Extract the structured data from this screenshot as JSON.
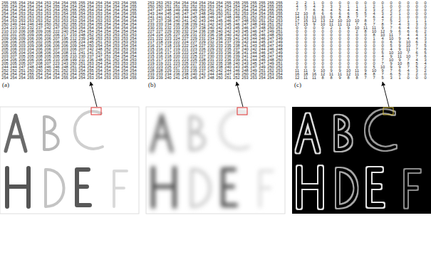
{
  "diagram": {
    "labels": [
      "(a)",
      "255",
      "255",
      "254",
      "254",
      "254",
      "253",
      "254",
      "254",
      "255",
      "255",
      "254",
      "254",
      "254",
      "253",
      "254",
      "255",
      "255",
      "254",
      "254",
      "254",
      "254",
      "254",
      "255",
      "254",
      "254",
      "254",
      "254",
      "253",
      "254",
      "254",
      "254",
      "255",
      "254",
      "254",
      "254",
      "254",
      "254",
      "253",
      "254",
      "255",
      "255",
      "255",
      "254",
      "254",
      "254",
      "254",
      "254",
      "255",
      "254",
      "254",
      "253",
      "252",
      "253",
      "253",
      "253",
      "254",
      "255",
      "254",
      "253",
      "253",
      "254",
      "254",
      "254",
      "255",
      "254",
      "254",
      "253",
      "253",
      "253",
      "254",
      "253",
      "253",
      "254",
      "253",
      "253",
      "253",
      "253",
      "254",
      "254",
      "254",
      "254",
      "253",
      "253",
      "253",
      "253",
      "252",
      "253",
      "253",
      "253",
      "254",
      "254",
      "253",
      "253",
      "254",
      "254",
      "254",
      "250",
      "249",
      "244",
      "246",
      "249",
      "250",
      "252",
      "252",
      "255",
      "253",
      "254",
      "255",
      "254",
      "254",
      "254",
      "254",
      "224",
      "223",
      "230",
      "232",
      "237",
      "242",
      "247",
      "250",
      "253",
      "254",
      "254",
      "254",
      "254",
      "254",
      "254",
      "254",
      "210",
      "210",
      "206",
      "208",
      "209",
      "206",
      "222",
      "240",
      "254",
      "254",
      "254",
      "254",
      "254",
      "254",
      "254",
      "254",
      "203",
      "201",
      "205",
      "209",
      "206",
      "202",
      "206",
      "217",
      "233",
      "248",
      "252",
      "253",
      "253",
      "253",
      "253",
      "253",
      "209",
      "206",
      "209",
      "206",
      "206",
      "206",
      "207",
      "195",
      "212",
      "239",
      "249",
      "253",
      "253",
      "253",
      "253",
      "254",
      "206",
      "206",
      "205",
      "205",
      "202",
      "205",
      "206",
      "206",
      "205",
      "224",
      "245",
      "251",
      "253",
      "253",
      "253",
      "253",
      "205",
      "205",
      "203",
      "209",
      "208",
      "206",
      "206",
      "206",
      "209",
      "244",
      "250",
      "254",
      "254",
      "253",
      "254",
      "254",
      "205",
      "206",
      "203",
      "204",
      "206",
      "206",
      "207",
      "203",
      "206",
      "207",
      "242",
      "248",
      "252",
      "253",
      "253",
      "253",
      "205",
      "205",
      "204",
      "204",
      "208",
      "206",
      "204",
      "208",
      "211",
      "241",
      "241",
      "251",
      "254",
      "254",
      "254",
      "254",
      "203",
      "207",
      "205",
      "205",
      "208",
      "205",
      "205",
      "205",
      "210",
      "230",
      "237",
      "247",
      "251",
      "254",
      "254",
      "254",
      "204",
      "205",
      "206",
      "206",
      "206",
      "206",
      "210",
      "208",
      "199",
      "211",
      "236",
      "248",
      "251",
      "252",
      "254",
      "253",
      "205",
      "205",
      "205",
      "207",
      "208",
      "207",
      "223",
      "243",
      "250",
      "251",
      "253",
      "254",
      "254",
      "253",
      "253",
      "253",
      "244",
      "244",
      "247",
      "248",
      "248",
      "246",
      "246",
      "248",
      "251",
      "254",
      "254",
      "254",
      "254",
      "254",
      "254",
      "254",
      "252",
      "252",
      "251",
      "250",
      "250",
      "250",
      "251",
      "252",
      "253",
      "254",
      "255",
      "254",
      "254",
      "254",
      "254",
      "254",
      "254",
      "254",
      "254",
      "255",
      "254",
      "254",
      "254",
      "253",
      "254",
      "255",
      "254",
      "254",
      "253",
      "253",
      "253",
      "253",
      "254",
      "254",
      "254",
      "255",
      "254",
      "254",
      "254",
      "255",
      "254",
      "254",
      "253",
      "254",
      "253",
      "253",
      "254",
      "255",
      "(b)",
      "253",
      "253",
      "253",
      "254",
      "254",
      "254",
      "254",
      "254",
      "254",
      "255",
      "255",
      "255",
      "255",
      "255",
      "255",
      "255",
      "250",
      "250",
      "251",
      "251",
      "252",
      "252",
      "253",
      "253",
      "254",
      "254",
      "254",
      "254",
      "254",
      "254",
      "255",
      "255",
      "247",
      "247",
      "248",
      "249",
      "249",
      "249",
      "250",
      "251",
      "251",
      "253",
      "253",
      "254",
      "254",
      "254",
      "255",
      "255",
      "243",
      "244",
      "245",
      "246",
      "247",
      "247",
      "248",
      "249",
      "250",
      "251",
      "252",
      "253",
      "254",
      "254",
      "255",
      "255",
      "241",
      "241",
      "242",
      "243",
      "244",
      "245",
      "246",
      "246",
      "247",
      "248",
      "249",
      "251",
      "252",
      "253",
      "254",
      "255",
      "237",
      "237",
      "238",
      "240",
      "241",
      "242",
      "243",
      "244",
      "245",
      "246",
      "247",
      "248",
      "250",
      "251",
      "252",
      "253",
      "233",
      "233",
      "234",
      "236",
      "238",
      "239",
      "241",
      "242",
      "243",
      "245",
      "246",
      "247",
      "248",
      "249",
      "251",
      "252",
      "230",
      "231",
      "232",
      "233",
      "235",
      "237",
      "238",
      "240",
      "242",
      "243",
      "245",
      "246",
      "247",
      "248",
      "250",
      "251",
      "227",
      "227",
      "229",
      "230",
      "232",
      "234",
      "236",
      "238",
      "240",
      "242",
      "243",
      "245",
      "246",
      "247",
      "249",
      "251",
      "224",
      "224",
      "225",
      "227",
      "229",
      "231",
      "233",
      "236",
      "238",
      "240",
      "242",
      "243",
      "245",
      "246",
      "248",
      "250",
      "221",
      "222",
      "223",
      "224",
      "227",
      "229",
      "231",
      "234",
      "236",
      "239",
      "241",
      "243",
      "244",
      "246",
      "247",
      "249",
      "217",
      "218",
      "219",
      "222",
      "224",
      "227",
      "229",
      "232",
      "234",
      "237",
      "239",
      "242",
      "244",
      "245",
      "247",
      "249",
      "216",
      "217",
      "218",
      "219",
      "222",
      "224",
      "227",
      "230",
      "233",
      "235",
      "238",
      "241",
      "243",
      "245",
      "247",
      "249",
      "215",
      "216",
      "217",
      "219",
      "221",
      "223",
      "226",
      "229",
      "232",
      "235",
      "237",
      "240",
      "242",
      "244",
      "246",
      "248",
      "215",
      "216",
      "217",
      "219",
      "222",
      "224",
      "227",
      "230",
      "233",
      "236",
      "238",
      "241",
      "244",
      "246",
      "247",
      "249",
      "215",
      "216",
      "218",
      "220",
      "222",
      "225",
      "227",
      "230",
      "233",
      "236",
      "239",
      "241",
      "244",
      "245",
      "247",
      "249",
      "215",
      "217",
      "219",
      "221",
      "223",
      "225",
      "228",
      "231",
      "233",
      "236",
      "239",
      "241",
      "244",
      "246",
      "248",
      "250",
      "219",
      "219",
      "221",
      "223",
      "225",
      "227",
      "230",
      "232",
      "235",
      "238",
      "240",
      "243",
      "245",
      "247",
      "249",
      "251",
      "222",
      "223",
      "225",
      "227",
      "229",
      "231",
      "233",
      "236",
      "238",
      "240",
      "243",
      "245",
      "247",
      "249",
      "250",
      "252",
      "228",
      "228",
      "229",
      "231",
      "233",
      "235",
      "237",
      "240",
      "242",
      "244",
      "246",
      "248",
      "249",
      "251",
      "252",
      "253",
      "233",
      "233",
      "234",
      "236",
      "238",
      "240",
      "242",
      "244",
      "246",
      "247",
      "249",
      "250",
      "252",
      "253",
      "253",
      "254",
      "239",
      "239",
      "240",
      "241",
      "243",
      "245",
      "247",
      "248",
      "250",
      "251",
      "252",
      "253",
      "253",
      "254",
      "254",
      "255",
      "(c)",
      "2",
      "2",
      "1",
      "0",
      "0",
      "0",
      "0",
      "0",
      "0",
      "0",
      "0",
      "0",
      "0",
      "0",
      "0",
      "0",
      "4",
      "5",
      "4",
      "3",
      "3",
      "3",
      "1",
      "1",
      "1",
      "2",
      "1",
      "0",
      "0",
      "0",
      "0",
      "0",
      "7",
      "7",
      "6",
      "6",
      "4",
      "5",
      "4",
      "4",
      "3",
      "3",
      "2",
      "2",
      "2",
      "0",
      "0",
      "0",
      "12",
      "10",
      "8",
      "6",
      "6",
      "6",
      "6",
      "5",
      "5",
      "4",
      "3",
      "2",
      "1",
      "0",
      "0",
      "0",
      "14",
      "13",
      "11",
      "10",
      "9",
      "8",
      "8",
      "7",
      "7",
      "6",
      "4",
      "2",
      "1",
      "0",
      "0",
      "0",
      "17",
      "15",
      "12",
      "13",
      "12",
      "10",
      "10",
      "10",
      "8",
      "7",
      "7",
      "5",
      "2",
      "1",
      "1",
      "1",
      "17",
      "15",
      "9",
      "10",
      "11",
      "11",
      "11",
      "7",
      "6",
      "7",
      "8",
      "7",
      "4",
      "3",
      "3",
      "3",
      "0",
      "0",
      "0",
      "0",
      "2",
      "1",
      "9",
      "10",
      "11",
      "11",
      "9",
      "7",
      "6",
      "4",
      "0",
      "0",
      "0",
      "0",
      "0",
      "0",
      "0",
      "0",
      "0",
      "2",
      "8",
      "10",
      "12",
      "9",
      "6",
      "6",
      "6",
      "2",
      "0",
      "0",
      "0",
      "0",
      "0",
      "0",
      "0",
      "0",
      "0",
      "8",
      "10",
      "11",
      "7",
      "4",
      "4",
      "3",
      "0",
      "0",
      "0",
      "0",
      "0",
      "0",
      "0",
      "0",
      "0",
      "1",
      "4",
      "10",
      "9",
      "4",
      "4",
      "3",
      "0",
      "0",
      "0",
      "0",
      "0",
      "0",
      "0",
      "0",
      "0",
      "0",
      "0",
      "6",
      "9",
      "10",
      "6",
      "3",
      "0",
      "0",
      "0",
      "0",
      "0",
      "0",
      "0",
      "0",
      "0",
      "0",
      "0",
      "5",
      "9",
      "10",
      "7",
      "5",
      "0",
      "0",
      "0",
      "0",
      "0",
      "0",
      "0",
      "0",
      "0",
      "0",
      "0",
      "4",
      "9",
      "11",
      "7",
      "6",
      "0",
      "0",
      "0",
      "0",
      "0",
      "0",
      "0",
      "0",
      "0",
      "0",
      "5",
      "10",
      "10",
      "7",
      "6",
      "5",
      "0",
      "0",
      "0",
      "0",
      "0",
      "0",
      "0",
      "0",
      "0",
      "0",
      "4",
      "9",
      "11",
      "10",
      "7",
      "6",
      "0",
      "0",
      "0",
      "0",
      "0",
      "0",
      "0",
      "0",
      "0",
      "0",
      "7",
      "10",
      "9",
      "7",
      "4",
      "3",
      "0",
      "0",
      "0",
      "0",
      "0",
      "0",
      "0",
      "0",
      "0",
      "0",
      "7",
      "9",
      "10",
      "8",
      "5",
      "4",
      "0",
      "0",
      "0",
      "0",
      "0",
      "0",
      "0",
      "0",
      "0",
      "5",
      "10",
      "9",
      "9",
      "7",
      "5",
      "2",
      "11",
      "11",
      "9",
      "10",
      "9",
      "9",
      "10",
      "11",
      "9",
      "10",
      "9",
      "7",
      "6",
      "4",
      "3",
      "2",
      "16",
      "18",
      "16",
      "12",
      "11",
      "11",
      "12",
      "11",
      "8",
      "8",
      "7",
      "6",
      "5",
      "3",
      "2",
      "0",
      "12",
      "11",
      "11",
      "8",
      "8",
      "9",
      "8",
      "8",
      "7",
      "7",
      "5",
      "3",
      "1",
      "0",
      "0",
      "0"
    ]
  }
}
